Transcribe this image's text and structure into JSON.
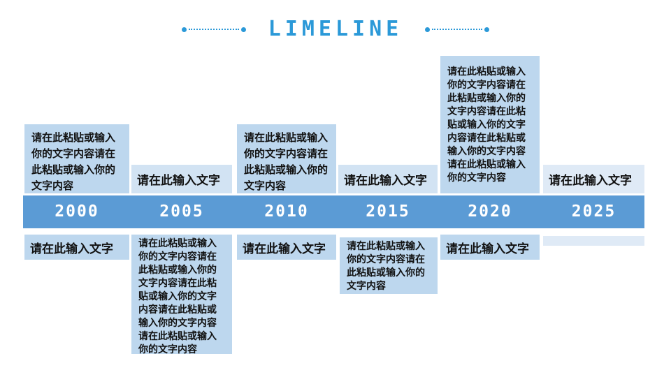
{
  "theme": {
    "band": "#5b9bd5",
    "box": "#bdd7ee",
    "box-light": "#d2e3f3",
    "box-lighter": "#dfeaf6",
    "title-color": "#2b99d8",
    "text": "#121212"
  },
  "title": {
    "text": "LIMELINE"
  },
  "timeline": {
    "years": [
      "2000",
      "2005",
      "2010",
      "2015",
      "2020",
      "2025"
    ]
  },
  "boxes": {
    "above": [
      {
        "text": "请在此粘贴或输入你的文字内容请在此粘贴或输入你的文字内容"
      },
      {
        "text": "请在此输入文字"
      },
      {
        "text": "请在此粘贴或输入你的文字内容请在此粘贴或输入你的文字内容"
      },
      {
        "text": "请在此输入文字"
      },
      {
        "text": "请在此粘贴或输入你的文字内容请在此粘贴或输入你的文字内容请在此粘贴或输入你的文字内容请在此粘贴或输入你的文字内容请在此粘贴或输入你的文字内容"
      },
      {
        "text": "请在此输入文字"
      }
    ],
    "below": [
      {
        "text": "请在此输入文字"
      },
      {
        "text": "请在此粘贴或输入你的文字内容请在此粘贴或输入你的文字内容请在此粘贴或输入你的文字内容请在此粘贴或输入你的文字内容请在此粘贴或输入你的文字内容"
      },
      {
        "text": "请在此输入文字"
      },
      {
        "text": "请在此粘贴或输入你的文字内容请在此粘贴或输入你的文字内容"
      },
      {
        "text": "请在此输入文字"
      },
      {
        "text": ""
      }
    ]
  }
}
